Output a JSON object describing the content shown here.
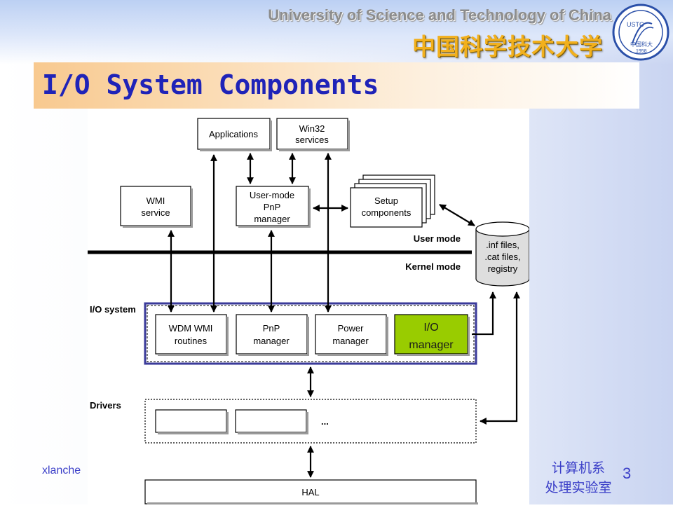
{
  "header": {
    "university_en": "University of Science and Technology of China",
    "university_cn": "中国科学技术大学",
    "logo": {
      "icon": "ustc-seal-icon",
      "text": "USTC",
      "sub": "中国科大",
      "year": "1958"
    }
  },
  "slide": {
    "title": "I/O System Components"
  },
  "diagram": {
    "boxes": {
      "applications": "Applications",
      "win32_1": "Win32",
      "win32_2": "services",
      "wmi_1": "WMI",
      "wmi_2": "service",
      "umpnp_1": "User-mode",
      "umpnp_2": "PnP",
      "umpnp_3": "manager",
      "setup_1": "Setup",
      "setup_2": "components",
      "registry_1": ".inf files,",
      "registry_2": ".cat files,",
      "registry_3": "registry",
      "wdm_1": "WDM WMI",
      "wdm_2": "routines",
      "pnp_1": "PnP",
      "pnp_2": "manager",
      "power_1": "Power",
      "power_2": "manager",
      "io_1": "I/O",
      "io_2": "manager",
      "hal": "HAL"
    },
    "labels": {
      "user_mode": "User mode",
      "kernel_mode": "Kernel mode",
      "io_system": "I/O system",
      "drivers": "Drivers",
      "ellipsis": "..."
    },
    "colors": {
      "io_manager": "#99cc00",
      "io_system_border": "#3a3a9a"
    }
  },
  "footer": {
    "author": "xlanche",
    "dept_line1": "计算机系",
    "dept_line2": "处理实验室",
    "page": "3"
  }
}
